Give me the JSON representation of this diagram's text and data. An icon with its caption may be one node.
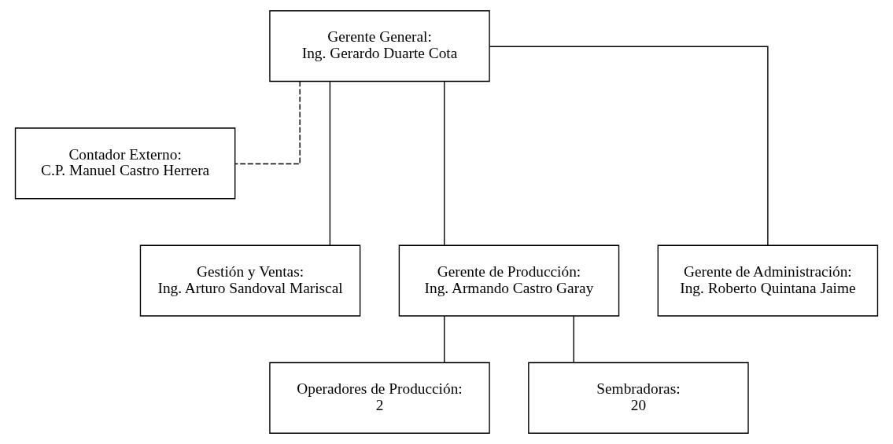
{
  "diagram": {
    "nodes": [
      {
        "text": [
          "Gerente General:",
          "Ing. Gerardo Duarte Cota"
        ]
      },
      {
        "text": [
          "Contador Externo:",
          "C.P. Manuel Castro Herrera"
        ]
      },
      {
        "text": [
          "Gestión y Ventas:",
          "Ing. Arturo Sandoval Mariscal"
        ]
      },
      {
        "text": [
          "Gerente de Producción:",
          "Ing. Armando Castro Garay"
        ]
      },
      {
        "text": [
          "Gerente de Administración:",
          "Ing. Roberto Quintana Jaime"
        ]
      },
      {
        "text": [
          "Operadores de Producción:",
          "2"
        ]
      },
      {
        "text": [
          "Sembradoras:",
          "20"
        ]
      }
    ],
    "edges": [
      {
        "from": 0,
        "to": 1,
        "arrow": "none",
        "style": "dashed"
      },
      {
        "from": 0,
        "to": 2,
        "arrow": "none"
      },
      {
        "from": 0,
        "to": 3,
        "arrow": "none"
      },
      {
        "from": 0,
        "to": 4,
        "arrow": "none"
      },
      {
        "from": 3,
        "to": 5,
        "arrow": "none"
      },
      {
        "from": 3,
        "to": 6,
        "arrow": "none"
      }
    ]
  }
}
